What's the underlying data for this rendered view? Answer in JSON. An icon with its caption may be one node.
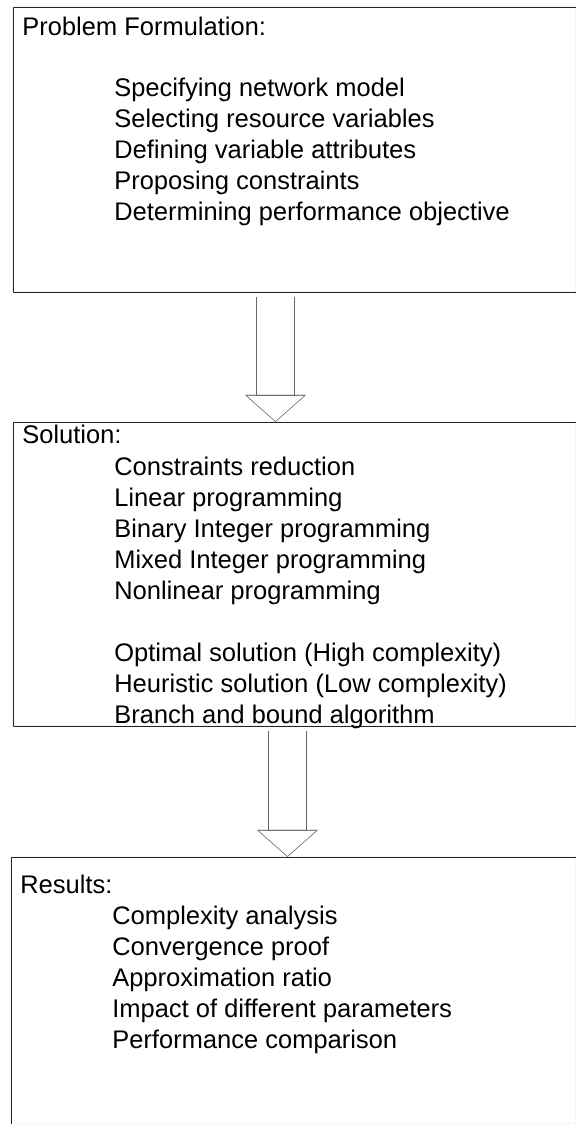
{
  "diagram": {
    "nodes": [
      {
        "text": [
          "Problem Formulation:",
          "Specifying network model",
          "Selecting resource variables",
          "Defining variable attributes",
          "Proposing constraints",
          "Determining performance objective"
        ]
      },
      {
        "text": [
          "Solution:",
          "Constraints reduction",
          "Linear programming",
          "Binary Integer programming",
          "Mixed Integer programming",
          "Nonlinear programming",
          "Optimal solution (High complexity)",
          "Heuristic solution (Low complexity)",
          "Branch and bound algorithm"
        ]
      },
      {
        "text": [
          "Results:",
          "Complexity analysis",
          "Convergence proof",
          "Approximation ratio",
          "Impact of different parameters",
          "Performance comparison"
        ]
      }
    ],
    "edges": [
      {
        "from": 0,
        "to": 1,
        "arrow": "to"
      },
      {
        "from": 1,
        "to": 2,
        "arrow": "to"
      }
    ]
  }
}
